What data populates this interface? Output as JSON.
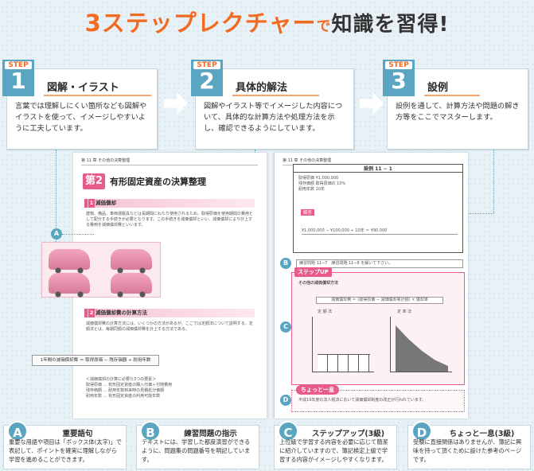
{
  "header": {
    "lead": "3ステップレクチャー",
    "connector": "で",
    "tail": "知識を習得!"
  },
  "steps": [
    {
      "badge_word": "STEP",
      "number": "1",
      "title": "図解・イラスト",
      "text": "言葉では理解しにくい箇所なども図解やイラストを使って、イメージしやすいように工夫しています。"
    },
    {
      "badge_word": "STEP",
      "number": "2",
      "title": "具体的解法",
      "text": "図解やイラスト等でイメージした内容について、具体的な計算方法や処理方法を示し、確認できるようにしています。"
    },
    {
      "badge_word": "STEP",
      "number": "3",
      "title": "設例",
      "text": "設例を通して、計算方法や問題の解き方等をここでマスターします。"
    }
  ],
  "book": {
    "left": {
      "header": "第 11 章 その他の決算整理",
      "section_no": "第2節",
      "section_title": "有形固定資産の決算整理",
      "sub1": "減価償却",
      "sub1_text": "建物、備品、車両運搬具などは長期間にわたり使用されるため、取得原価を使用期間の費用として配分する手続きが必要となります。この手続きを減価償却といい、減価償却により計上する費用を減価償却費といいます。",
      "sub2": "減価償却費の計算方法",
      "sub2_text": "減価償却費の計算方法には、いくつかの方法があるが、ここでは定額法について説明する。定額法とは、毎期同額の減価償却費を計上する方法である。",
      "formula": "1年間の減価償却費 ＝ 取得原価 − 残存価額 ÷ 耐用年数",
      "list_title": "＜減価償却の計算に必要な3つの要素＞",
      "list": [
        "取得原価 … 有形固定資産の購入代価＋付随費用",
        "残存価額 … 耐用年数到来時の見積処分価額",
        "耐用年数 … 有形固定資産の利用可能年数"
      ]
    },
    "right": {
      "header": "第 11 章 その他の決算整理",
      "ex_title": "設例 11 − 1",
      "ex_lines": [
        "取得原価 ¥1,000,000",
        "残存価額 取得原価の 10%",
        "耐用年数 10年"
      ],
      "calc": "¥1,000,000 − ¥100,000 ÷ 10年 ＝ ¥90,000",
      "ex_tag": "解答",
      "ref": "練習問題 11−7　練習問題 11−8 を解いて下さい。",
      "stepup_label": "ステップUP",
      "stepup_title": "その他の減価償却方法",
      "stepup_formula": "減価償却費 ＝ (取得原価 − 減価償却累計額) × 償却率",
      "chart1_label": "定 額 法",
      "chart2_label": "定 率 法",
      "break_label": "ちょっと一息",
      "break_text": "平成19年度の法人税法において減価償却制度の改正が行われています。"
    }
  },
  "markers": [
    "A",
    "B",
    "C",
    "D"
  ],
  "cards": [
    {
      "badge": "A",
      "title": "重要語句",
      "text": "重要な用語や項目は「ボックス体(太字)」で表記して、ポイントを確実に理解しながら学習を進めることができます。"
    },
    {
      "badge": "B",
      "title": "練習問題の指示",
      "text": "テキストには、学習した都度演習ができるように、問題集の問題番号を明記しています。"
    },
    {
      "badge": "C",
      "title": "ステップアップ(3級)",
      "text": "上位級で学習する内容を必要に応じて簡潔に紹介していますので、簿記検定上級で学習する内容がイメージしやすくなります。"
    },
    {
      "badge": "D",
      "title": "ちょっと一息(3級)",
      "text": "受験に直接関係はありませんが、簿記に興味を持って頂くために設けた参考のページです。"
    }
  ],
  "colors": {
    "accent": "#f26a21",
    "teal": "#5aa6c2",
    "pink": "#e85a8b"
  }
}
